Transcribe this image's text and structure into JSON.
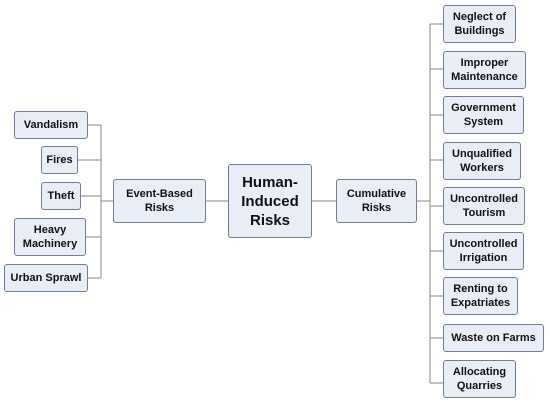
{
  "diagram": {
    "root": "Human-Induced Risks",
    "left_branch": {
      "label": "Event-Based Risks",
      "leaves": [
        "Vandalism",
        "Fires",
        "Theft",
        "Heavy Machinery",
        "Urban Sprawl"
      ]
    },
    "right_branch": {
      "label": "Cumulative Risks",
      "leaves": [
        "Neglect of Buildings",
        "Improper Maintenance",
        "Government System",
        "Unqualified Workers",
        "Uncontrolled Tourism",
        "Uncontrolled Irrigation",
        "Renting to Expatriates",
        "Waste on Farms",
        "Allocating Quarries"
      ]
    }
  },
  "colors": {
    "node_fill": "#e8edf6",
    "node_border": "#6f7f97",
    "connector": "#8a8a8a",
    "text": "#111111"
  }
}
